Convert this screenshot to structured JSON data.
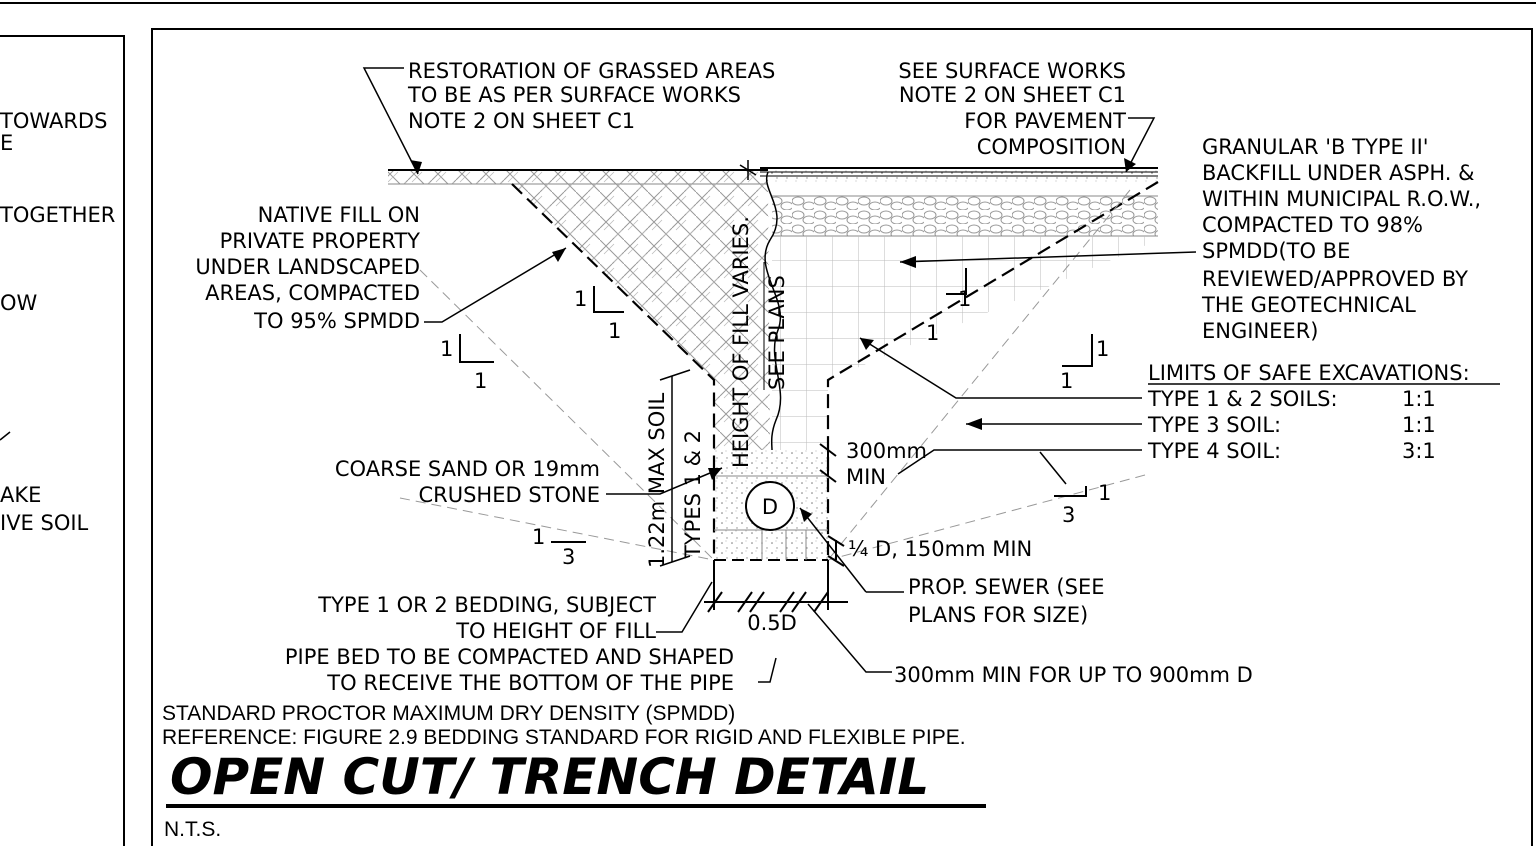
{
  "left_panel": {
    "fragments": [
      "TOWARDS",
      "E",
      "TOGETHER",
      "OW",
      "AKE",
      "IVE SOIL"
    ]
  },
  "notes": {
    "restoration": [
      "RESTORATION OF GRASSED AREAS",
      "TO BE AS PER SURFACE WORKS",
      "NOTE 2 ON SHEET C1"
    ],
    "surface_works": [
      "SEE SURFACE WORKS",
      "NOTE 2 ON SHEET C1",
      "FOR PAVEMENT",
      "COMPOSITION"
    ],
    "granular": [
      "GRANULAR 'B TYPE II'",
      "BACKFILL UNDER ASPH. &",
      "WITHIN MUNICIPAL R.O.W.,",
      "COMPACTED TO 98%",
      "SPMDD(TO BE",
      "REVIEWED/APPROVED BY",
      "THE GEOTECHNICAL",
      "ENGINEER)"
    ],
    "native_fill": [
      "NATIVE FILL ON",
      "PRIVATE PROPERTY",
      "UNDER LANDSCAPED",
      "AREAS, COMPACTED",
      "TO 95% SPMDD"
    ],
    "height_of_fill": "HEIGHT OF FILL VARIES.",
    "see_plans": "SEE PLANS",
    "max_soil": "1.22m MAX SOIL",
    "types_label": "TYPES 1 & 2",
    "coarse_sand": [
      "COARSE SAND OR 19mm",
      "CRUSHED STONE"
    ],
    "min_300": [
      "300mm",
      "MIN"
    ],
    "pipe_label": "D",
    "quarter_d": "¼ D, 150mm MIN",
    "prop_sewer": [
      "PROP. SEWER (SEE",
      "PLANS FOR SIZE)"
    ],
    "half_d": "0.5D",
    "min_900": "300mm MIN FOR UP TO 900mm D",
    "bedding": [
      "TYPE 1 OR 2 BEDDING, SUBJECT",
      "TO HEIGHT OF FILL"
    ],
    "pipe_bed": [
      "PIPE BED TO BE COMPACTED AND SHAPED",
      "TO RECEIVE THE BOTTOM OF THE PIPE"
    ],
    "spmdd": "STANDARD PROCTOR MAXIMUM DRY DENSITY (SPMDD)",
    "reference": "REFERENCE: FIGURE 2.9 BEDDING STANDARD FOR RIGID AND FLEXIBLE PIPE."
  },
  "limits": {
    "heading": "LIMITS OF SAFE EXCAVATIONS:",
    "rows": [
      {
        "label": "TYPE 1 & 2 SOILS:",
        "value": "1:1"
      },
      {
        "label": "TYPE 3 SOIL:",
        "value": "1:1"
      },
      {
        "label": "TYPE 4 SOIL:",
        "value": "3:1"
      }
    ]
  },
  "slopes": {
    "one": "1",
    "three": "3"
  },
  "title": "OPEN CUT/ TRENCH DETAIL",
  "scale": "N.T.S."
}
